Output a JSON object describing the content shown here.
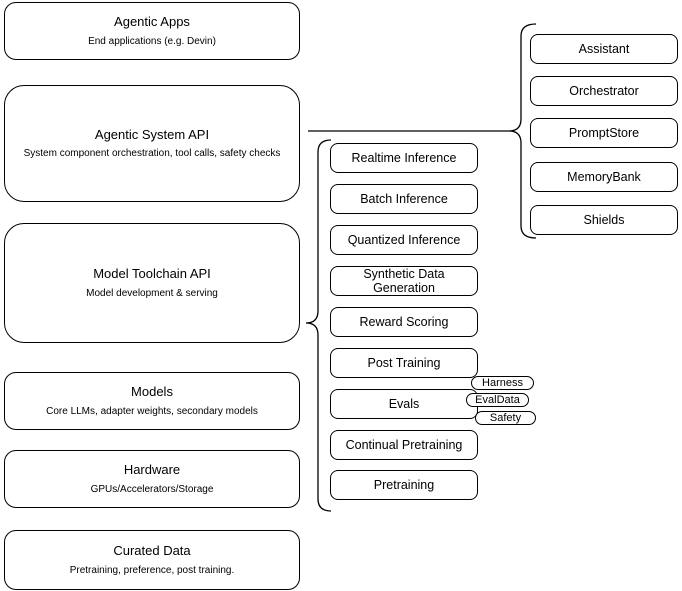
{
  "diagram": {
    "left_column": [
      {
        "title": "Agentic Apps",
        "subtitle": "End applications (e.g. Devin)"
      },
      {
        "title": "Agentic System API",
        "subtitle": "System component orchestration, tool calls, safety checks"
      },
      {
        "title": "Model Toolchain API",
        "subtitle": "Model development & serving"
      },
      {
        "title": "Models",
        "subtitle": "Core LLMs, adapter weights, secondary models"
      },
      {
        "title": "Hardware",
        "subtitle": "GPUs/Accelerators/Storage"
      },
      {
        "title": "Curated Data",
        "subtitle": "Pretraining, preference, post training."
      }
    ],
    "middle_column": [
      "Realtime Inference",
      "Batch Inference",
      "Quantized Inference",
      "Synthetic Data Generation",
      "Reward Scoring",
      "Post Training",
      "Evals",
      "Continual Pretraining",
      "Pretraining"
    ],
    "eval_pills": [
      "Harness",
      "EvalData",
      "Safety"
    ],
    "right_column": [
      "Assistant",
      "Orchestrator",
      "PromptStore",
      "MemoryBank",
      "Shields"
    ],
    "colors": {
      "stroke": "#000000",
      "background": "#ffffff",
      "box_fill": "#ffffff"
    }
  }
}
